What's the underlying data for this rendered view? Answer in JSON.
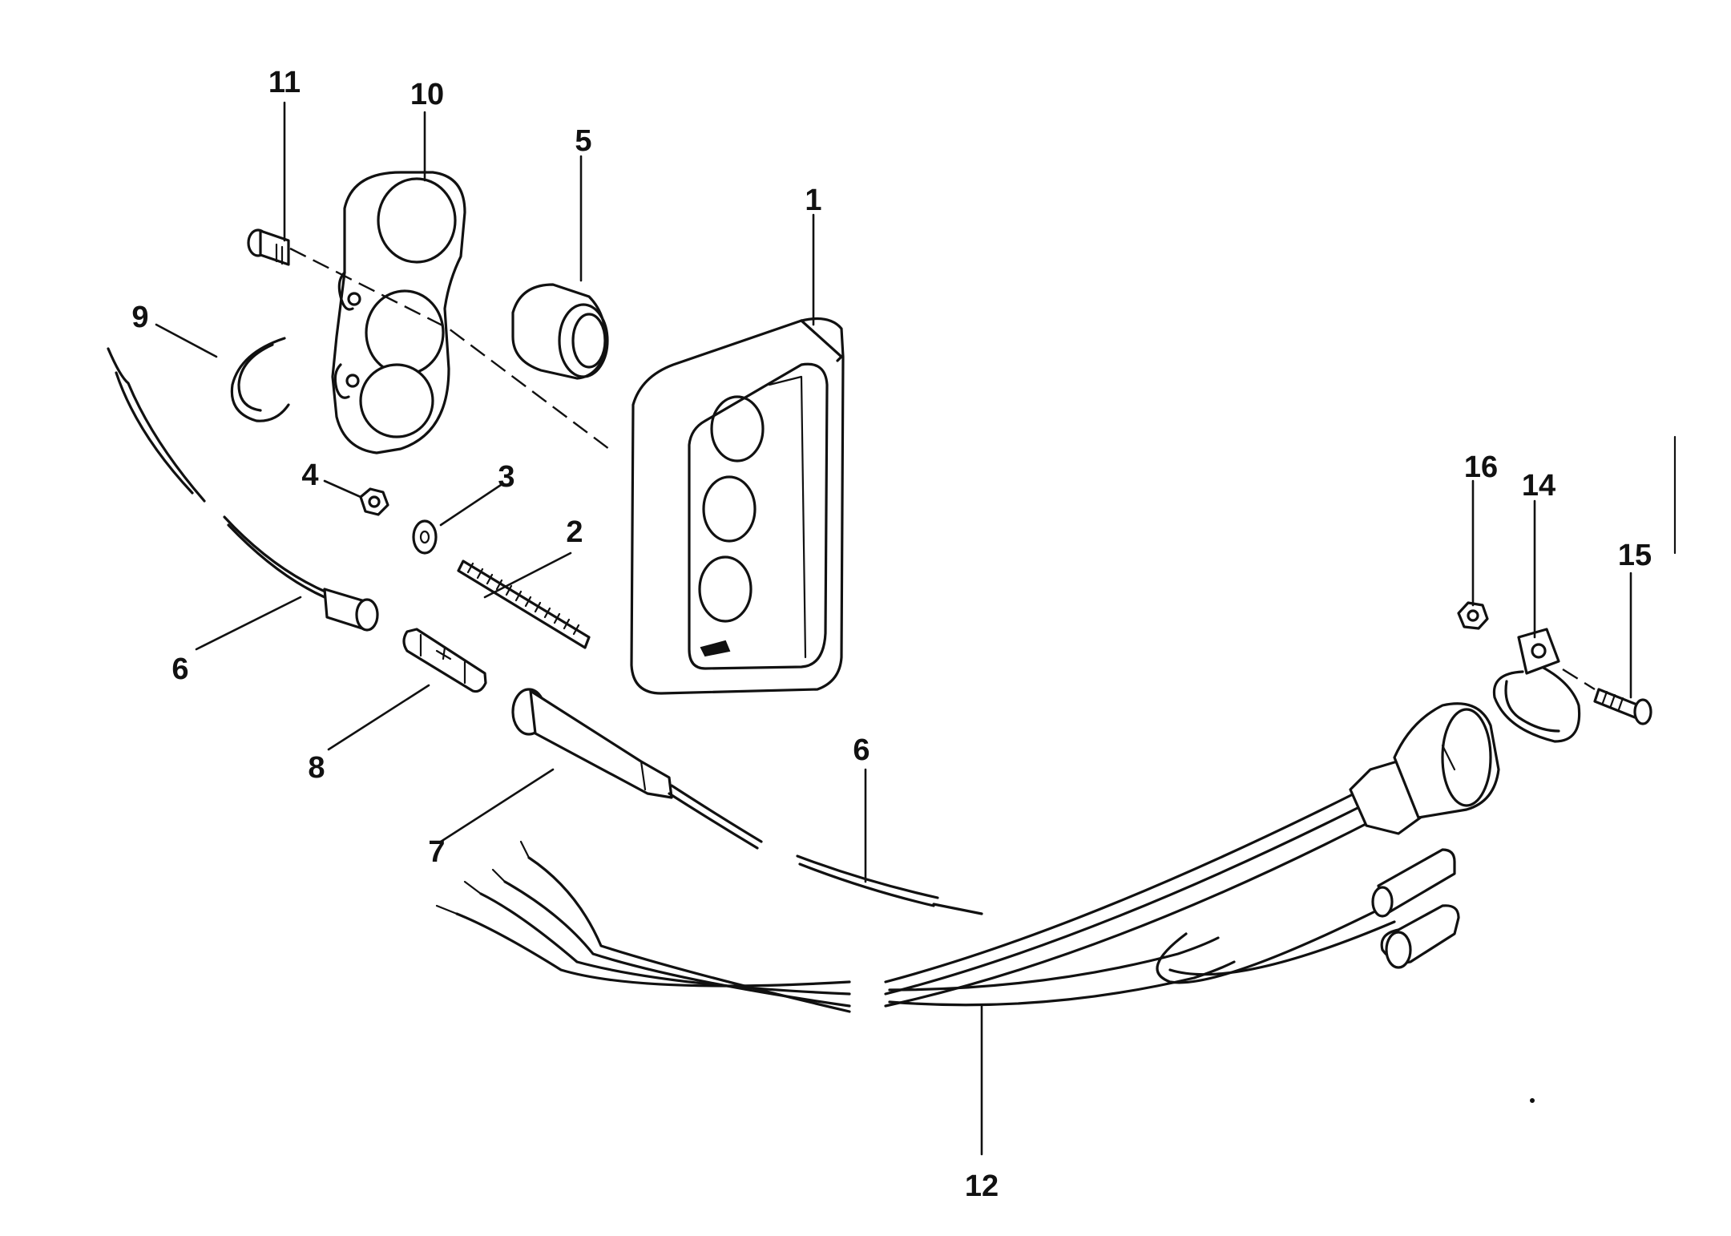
{
  "diagram": {
    "type": "exploded-parts-diagram",
    "callouts": {
      "c1": "1",
      "c2": "2",
      "c3": "3",
      "c4": "4",
      "c5": "5",
      "c6a": "6",
      "c6b": "6",
      "c7": "7",
      "c8": "8",
      "c9": "9",
      "c10": "10",
      "c11": "11",
      "c12": "12",
      "c14": "14",
      "c15": "15",
      "c16": "16"
    }
  }
}
